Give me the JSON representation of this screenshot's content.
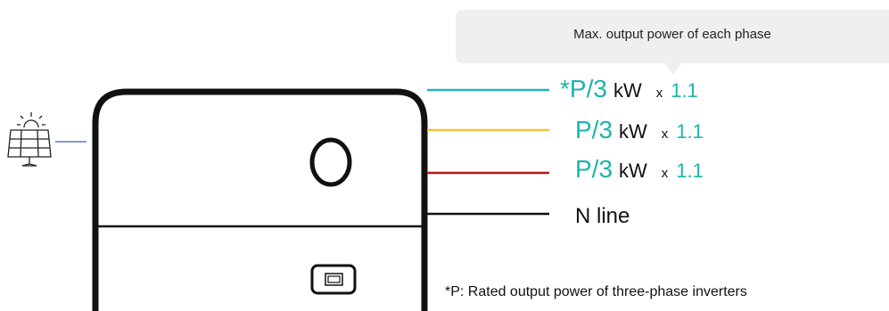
{
  "tooltip": {
    "text": "Max. output power of each phase"
  },
  "phases": [
    {
      "prefix": "*",
      "power": "P/3",
      "unit": "kW",
      "times": "x",
      "factor": "1.1",
      "line_color": "#1db4c0"
    },
    {
      "prefix": "",
      "power": "P/3",
      "unit": "kW",
      "times": "x",
      "factor": "1.1",
      "line_color": "#f5c030"
    },
    {
      "prefix": "",
      "power": "P/3",
      "unit": "kW",
      "times": "x",
      "factor": "1.1",
      "line_color": "#b81818"
    }
  ],
  "neutral": {
    "label": "N line",
    "line_color": "#111111"
  },
  "footnote": "*P: Rated output power of three-phase inverters",
  "colors": {
    "accent": "#1db4ae",
    "pv_link": "#3060c0",
    "inverter_outline": "#111111",
    "tooltip_bg": "#efefef"
  },
  "icons": {
    "solar_panel": "solar-panel-icon",
    "power_button": "power-button-icon",
    "display": "display-icon"
  }
}
